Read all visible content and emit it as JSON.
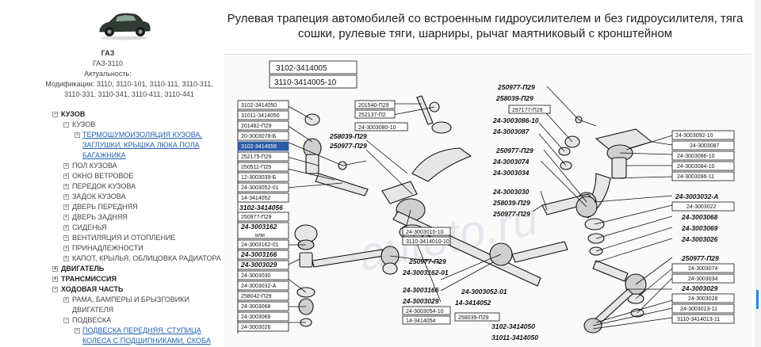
{
  "vehicle": {
    "brand": "ГАЗ",
    "model": "ГАЗ-3110",
    "actuality_label": "Актуальность:",
    "modifications": "Модификации: 3110, 3110-101, 3110-111, 3110-311, 3110-331, 3110-341, 3110-411, 3110-441"
  },
  "tree": {
    "body": "КУЗОВ",
    "body_sub": "КУЗОВ",
    "body_sub_link": "ТЕРМОШУМОИЗОЛЯЦИЯ КУЗОВА, ЗАГЛУШКИ, КРЫШКА ЛЮКА ПОЛА БАГАЖНИКА",
    "items": [
      "ПОЛ КУЗОВА",
      "ОКНО ВЕТРОВОЕ",
      "ПЕРЕДОК КУЗОВА",
      "ЗАДОК КУЗОВА",
      "ДВЕРЬ ПЕРЕДНЯЯ",
      "ДВЕРЬ ЗАДНЯЯ",
      "СИДЕНЬЯ",
      "ВЕНТИЛЯЦИЯ И ОТОПЛЕНИЕ",
      "ПРИНАДЛЕЖНОСТИ",
      "КАПОТ, КРЫЛЬЯ, ОБЛИЦОВКА РАДИАТОРА"
    ],
    "engine": "ДВИГАТЕЛЬ",
    "transmission": "ТРАНСМИССИЯ",
    "chassis": "ХОДОВАЯ ЧАСТЬ",
    "chassis_items": [
      "РАМА, БАМПЕРЫ И БРЫЗГОВИКИ ДВИГАТЕЛЯ",
      "ПОДВЕСКА"
    ],
    "suspension_link": "ПОДВЕСКА ПЕРЕДНЯЯ, СТУПИЦА КОЛЕСА С ПОДШИПНИКАМИ, СКОБА И"
  },
  "page_title": "Рулевая трапеция автомобилей со встроенным гидроусилителем и без гидроусилителя, тяга сошки, рулевые тяги, шарниры, рычаг маятниковый с кронштейном",
  "diagram": {
    "top_labels": [
      "3102-3414005",
      "3110-3414005-10"
    ],
    "left_labels": [
      "3102-3414050",
      "31011-3414050",
      "201482-П29",
      "20-3003078-Б",
      "3102-3414056",
      "252175-П29",
      "250511-П29",
      "12-3003039-Б",
      "24-3003052-01",
      "14-3414052",
      "3102-3414056",
      "250977-П29",
      "24-3003162",
      "или",
      "24-3003162-01",
      "24-3003166",
      "24-3003029",
      "24-3003030",
      "24-3003032-А",
      "258042-П29",
      "24-3003068",
      "24-3003069",
      "24-3003026"
    ],
    "center_labels": [
      "201540-П29",
      "252137-П2",
      "24-3003080-10",
      "258039-П29",
      "250977-П29",
      "24-3003010-10",
      "3110-3414010-10",
      "250977-П29",
      "24-3003162-01",
      "24-3003166",
      "24-3003029",
      "24-3003052-01",
      "14-3414052",
      "24-3003054-10",
      "14-3414054",
      "258039-П29",
      "3102-3414050",
      "31011-3414050"
    ],
    "upper_right_labels": [
      "250977-П29",
      "258039-П29",
      "297177-П29",
      "24-3003086-10",
      "24-3003087",
      "250977-П29",
      "24-3003074",
      "24-3003034",
      "24-3003030",
      "258039-П29",
      "250977-П29"
    ],
    "right_labels": [
      "24-3003092-10",
      "24-3003087",
      "24-3003086-10",
      "24-3003084-10",
      "24-3003096-11",
      "24-3003032-А",
      "24-3003022",
      "24-3003068",
      "24-3003069",
      "24-3003026",
      "250977-П29",
      "24-3003074",
      "24-3003034",
      "24-3003029",
      "24-3003028",
      "24-3003013-11",
      "3110-3414013-11"
    ],
    "watermark": "autoto.ru"
  },
  "colors": {
    "link": "#1f5fae",
    "highlight": "#2d5aa8",
    "scroll_marker": "#1e88e5"
  }
}
